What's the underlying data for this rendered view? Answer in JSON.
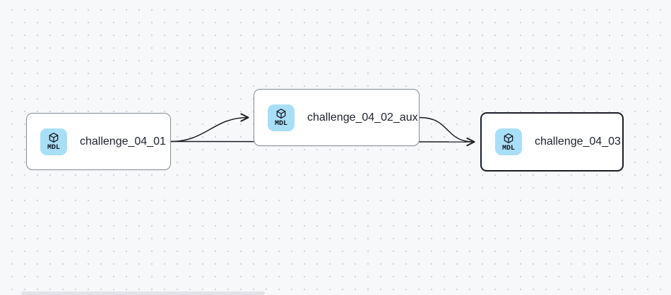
{
  "canvas": {
    "background_color": "#f7f8fa",
    "dot_color": "#d4d6db",
    "edge_color": "#1c1e24"
  },
  "nodes": [
    {
      "label": "challenge_04_01",
      "badge_label": "MDL",
      "badge_color": "#a9def7",
      "selected": false
    },
    {
      "label": "challenge_04_02_aux",
      "badge_label": "MDL",
      "badge_color": "#a9def7",
      "selected": false
    },
    {
      "label": "challenge_04_03",
      "badge_label": "MDL",
      "badge_color": "#a9def7",
      "selected": true
    }
  ],
  "edges": [
    {
      "from": "challenge_04_01",
      "to": "challenge_04_02_aux"
    },
    {
      "from": "challenge_04_01",
      "to": "challenge_04_03"
    },
    {
      "from": "challenge_04_02_aux",
      "to": "challenge_04_03"
    }
  ]
}
